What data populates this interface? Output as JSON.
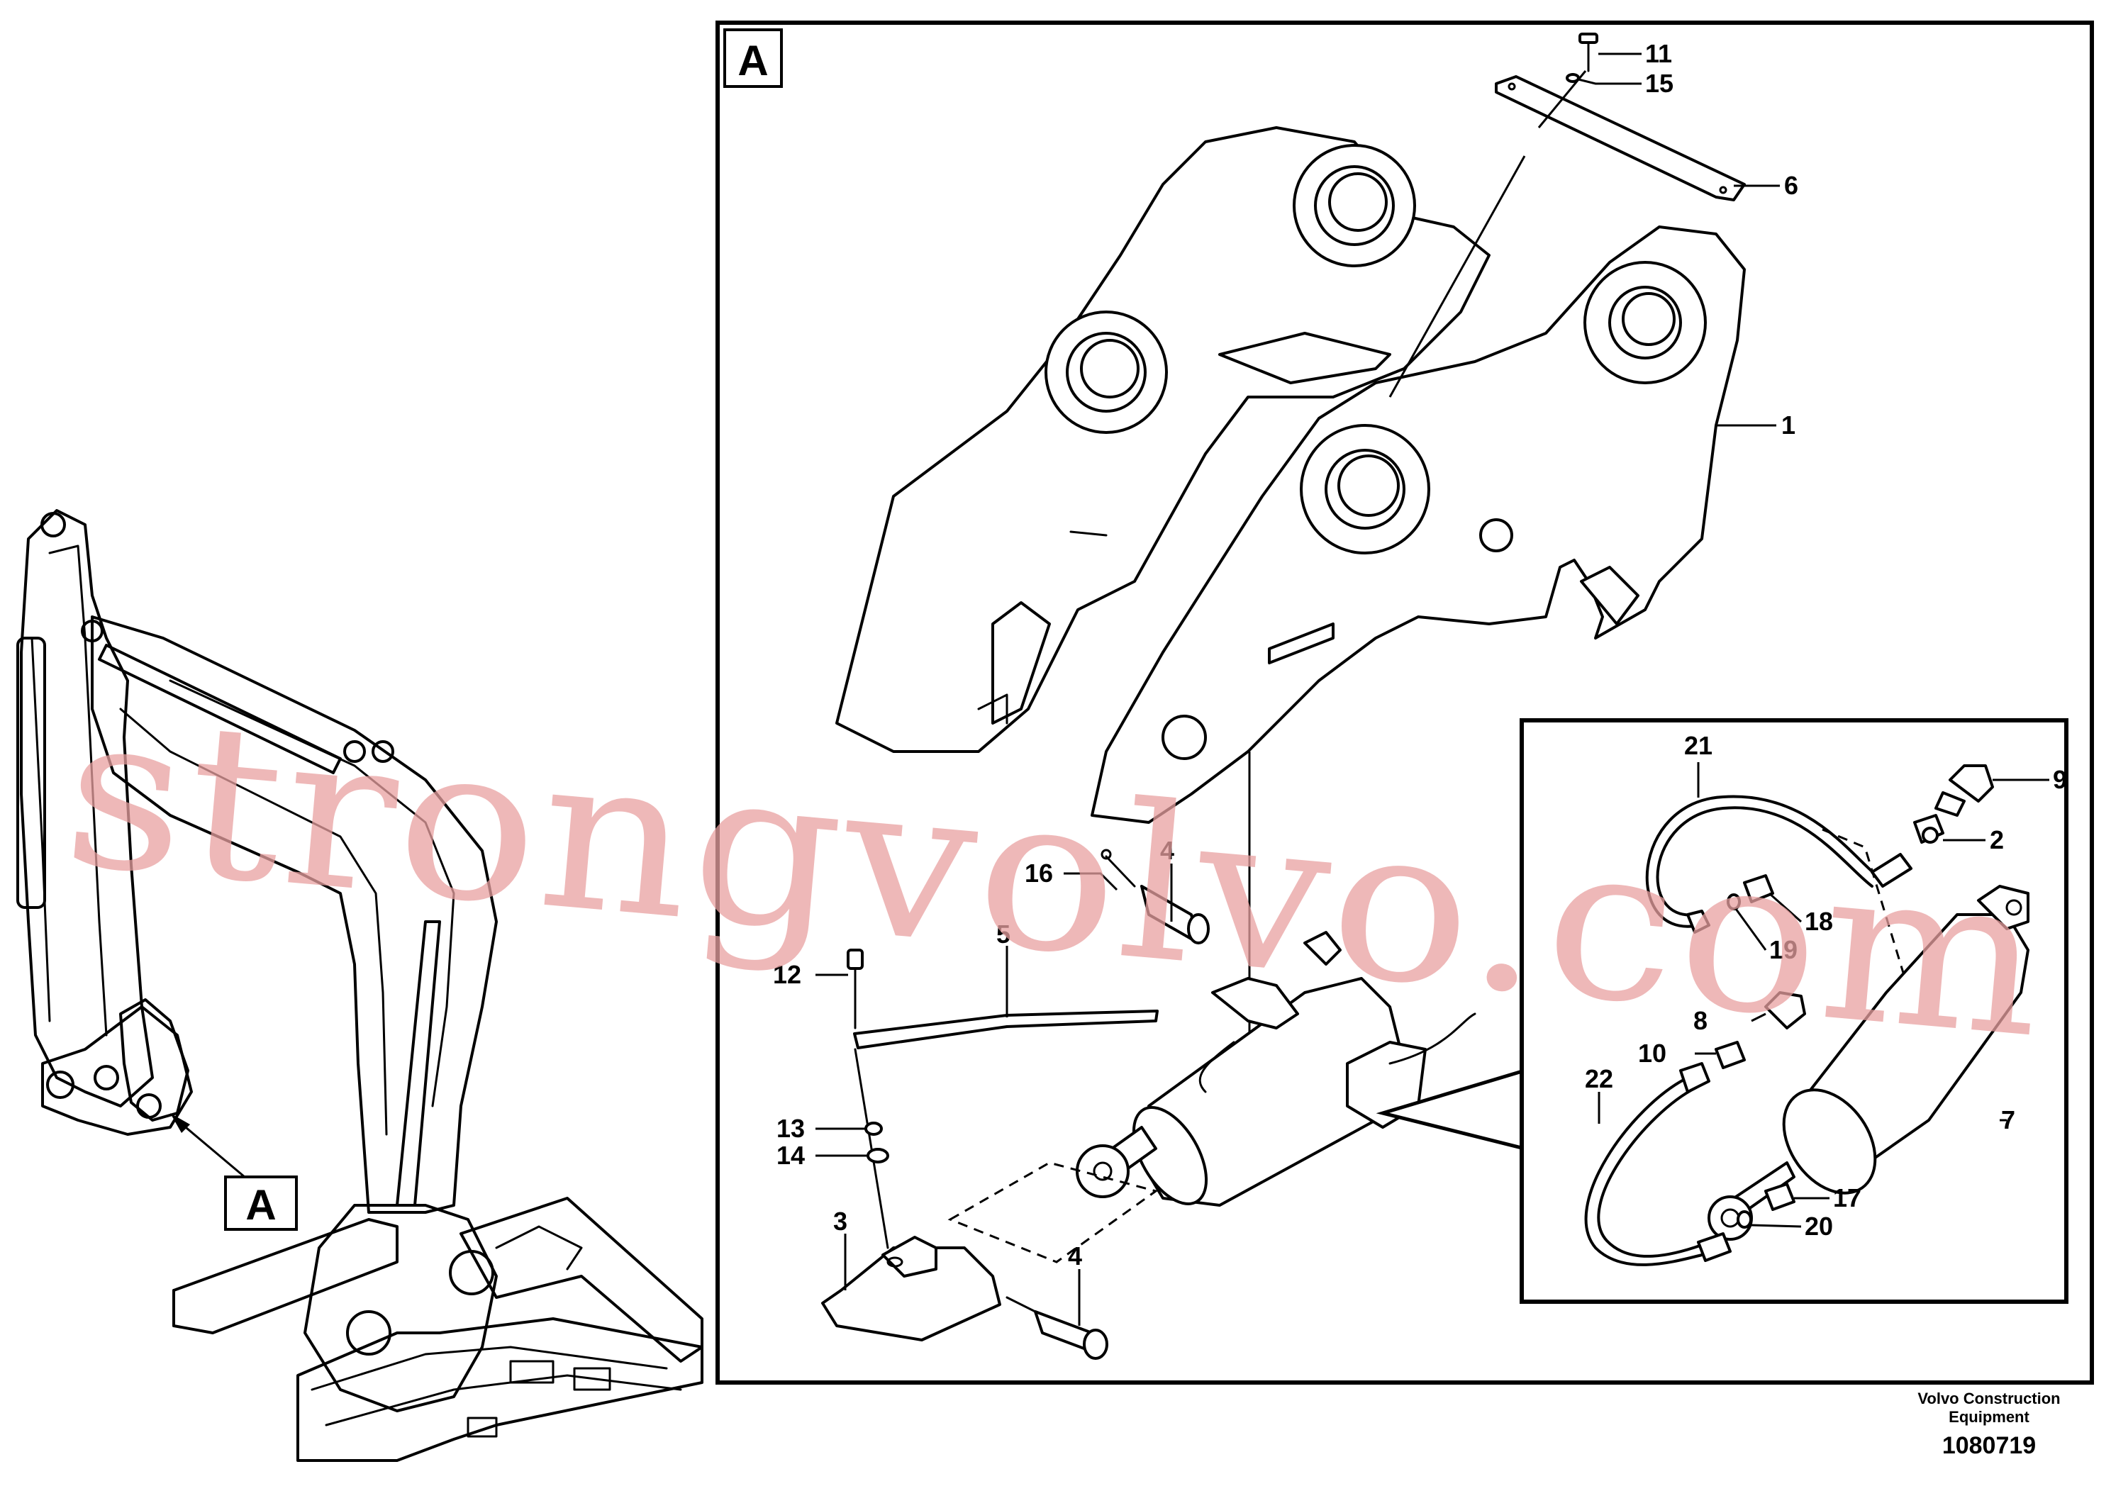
{
  "callout_letter": "A",
  "detail_frame_letter": "A",
  "part_labels": {
    "p1": "1",
    "p2": "2",
    "p3": "3",
    "p4a": "4",
    "p4b": "4",
    "p5": "5",
    "p6": "6",
    "p7": "7",
    "p8": "8",
    "p9": "9",
    "p10": "10",
    "p11": "11",
    "p12": "12",
    "p13": "13",
    "p14": "14",
    "p15": "15",
    "p16": "16",
    "p17": "17",
    "p18": "18",
    "p19": "19",
    "p20": "20",
    "p21": "21",
    "p22": "22"
  },
  "watermark": "strongvolvo.com",
  "footer": {
    "company_line1": "Volvo Construction",
    "company_line2": "Equipment",
    "drawing_number": "1080719"
  },
  "colors": {
    "line": "#000000",
    "watermark": "#e8a0a0",
    "background": "#ffffff"
  }
}
